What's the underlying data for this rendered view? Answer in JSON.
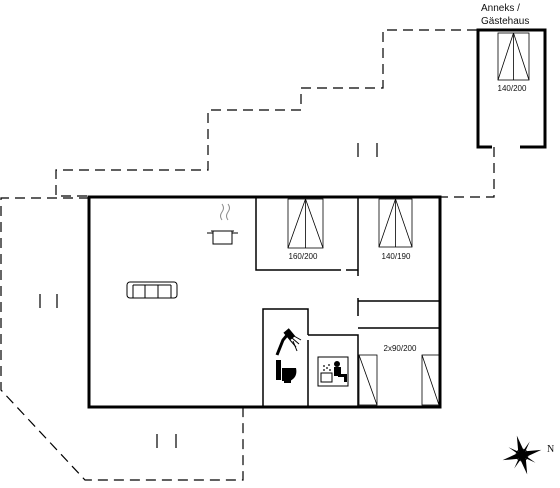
{
  "annex": {
    "line1": "Anneks /",
    "line2": "Gästehaus",
    "bed_label": "140/200"
  },
  "beds": [
    {
      "label": "160/200"
    },
    {
      "label": "140/190"
    },
    {
      "label": "2x90/200"
    }
  ],
  "compass": {
    "north_label": "N"
  },
  "icons": [
    "cooking-pot-icon",
    "sofa-icon",
    "shower-icon",
    "toilet-icon",
    "sauna-icon",
    "compass-rose-icon"
  ],
  "colors": {
    "lines": "#000000",
    "background": "#ffffff"
  }
}
